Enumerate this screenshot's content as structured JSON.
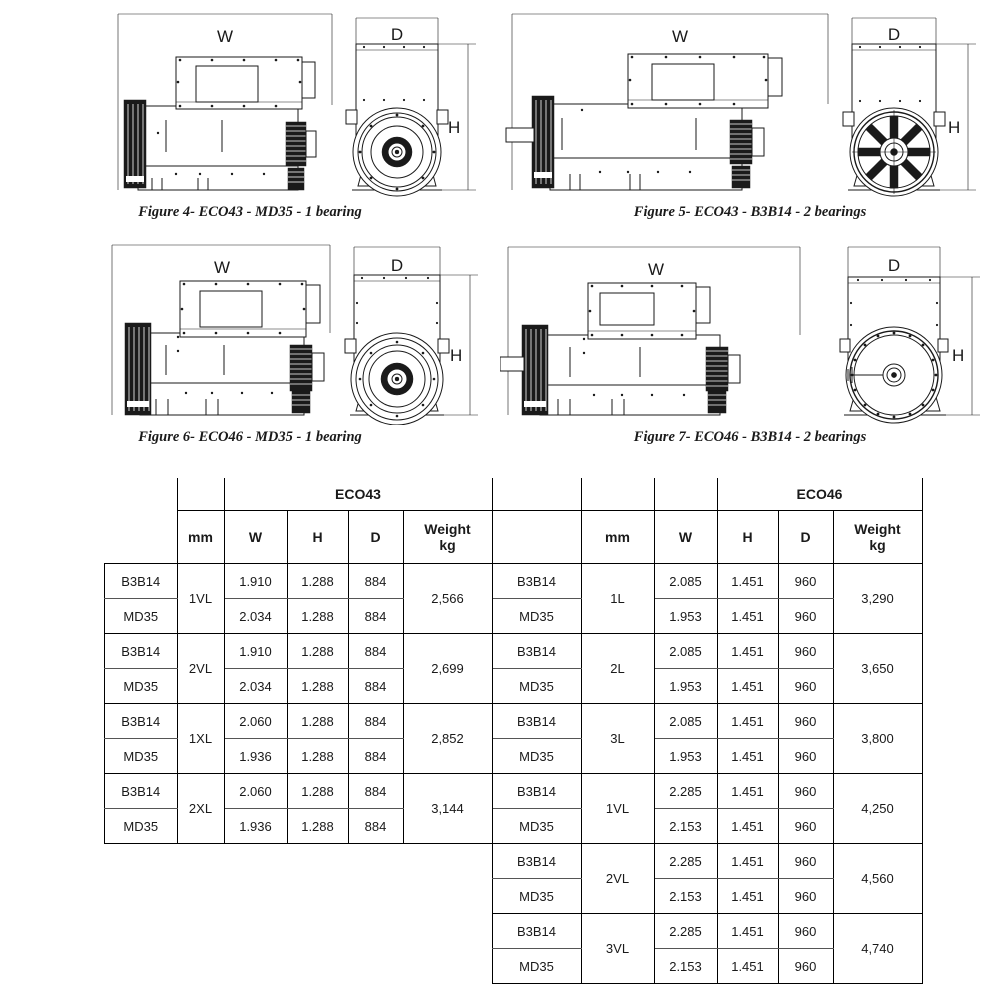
{
  "figures": [
    {
      "id": "figure-4",
      "caption": "Figure 4- ECO43 - MD35 - 1 bearing",
      "dim_w": "W",
      "dim_d": "D",
      "dim_h": "H",
      "model": "ECO43",
      "mount": "MD35",
      "bearings": "1 bearing",
      "end_view": "shaft-single-bearing"
    },
    {
      "id": "figure-5",
      "caption": "Figure 5- ECO43 - B3B14 - 2 bearings",
      "dim_w": "W",
      "dim_d": "D",
      "dim_h": "H",
      "model": "ECO43",
      "mount": "B3B14",
      "bearings": "2 bearings",
      "end_view": "spoked-flange-two-bearings"
    },
    {
      "id": "figure-6",
      "caption": "Figure 6- ECO46 - MD35 - 1 bearing",
      "dim_w": "W",
      "dim_d": "D",
      "dim_h": "H",
      "model": "ECO46",
      "mount": "MD35",
      "bearings": "1 bearing",
      "end_view": "shaft-single-bearing"
    },
    {
      "id": "figure-7",
      "caption": "Figure 7- ECO46 - B3B14 - 2 bearings",
      "dim_w": "W",
      "dim_d": "D",
      "dim_h": "H",
      "model": "ECO46",
      "mount": "B3B14",
      "bearings": "2 bearings",
      "end_view": "plain-flange-two-bearings"
    }
  ],
  "table": {
    "groups": {
      "left": "ECO43",
      "right": "ECO46"
    },
    "columns": {
      "unit": "mm",
      "w": "W",
      "h": "H",
      "d": "D",
      "weight_line1": "Weight",
      "weight_line2": "kg"
    },
    "eco43_rows": [
      {
        "frame": "1VL",
        "weight": "2,566",
        "variants": [
          {
            "type": "B3B14",
            "w": "1.910",
            "h": "1.288",
            "d": "884"
          },
          {
            "type": "MD35",
            "w": "2.034",
            "h": "1.288",
            "d": "884"
          }
        ]
      },
      {
        "frame": "2VL",
        "weight": "2,699",
        "variants": [
          {
            "type": "B3B14",
            "w": "1.910",
            "h": "1.288",
            "d": "884"
          },
          {
            "type": "MD35",
            "w": "2.034",
            "h": "1.288",
            "d": "884"
          }
        ]
      },
      {
        "frame": "1XL",
        "weight": "2,852",
        "variants": [
          {
            "type": "B3B14",
            "w": "2.060",
            "h": "1.288",
            "d": "884"
          },
          {
            "type": "MD35",
            "w": "1.936",
            "h": "1.288",
            "d": "884"
          }
        ]
      },
      {
        "frame": "2XL",
        "weight": "3,144",
        "variants": [
          {
            "type": "B3B14",
            "w": "2.060",
            "h": "1.288",
            "d": "884"
          },
          {
            "type": "MD35",
            "w": "1.936",
            "h": "1.288",
            "d": "884"
          }
        ]
      }
    ],
    "eco46_rows": [
      {
        "frame": "1L",
        "weight": "3,290",
        "variants": [
          {
            "type": "B3B14",
            "w": "2.085",
            "h": "1.451",
            "d": "960"
          },
          {
            "type": "MD35",
            "w": "1.953",
            "h": "1.451",
            "d": "960"
          }
        ]
      },
      {
        "frame": "2L",
        "weight": "3,650",
        "variants": [
          {
            "type": "B3B14",
            "w": "2.085",
            "h": "1.451",
            "d": "960"
          },
          {
            "type": "MD35",
            "w": "1.953",
            "h": "1.451",
            "d": "960"
          }
        ]
      },
      {
        "frame": "3L",
        "weight": "3,800",
        "variants": [
          {
            "type": "B3B14",
            "w": "2.085",
            "h": "1.451",
            "d": "960"
          },
          {
            "type": "MD35",
            "w": "1.953",
            "h": "1.451",
            "d": "960"
          }
        ]
      },
      {
        "frame": "1VL",
        "weight": "4,250",
        "variants": [
          {
            "type": "B3B14",
            "w": "2.285",
            "h": "1.451",
            "d": "960"
          },
          {
            "type": "MD35",
            "w": "2.153",
            "h": "1.451",
            "d": "960"
          }
        ]
      },
      {
        "frame": "2VL",
        "weight": "4,560",
        "variants": [
          {
            "type": "B3B14",
            "w": "2.285",
            "h": "1.451",
            "d": "960"
          },
          {
            "type": "MD35",
            "w": "2.153",
            "h": "1.451",
            "d": "960"
          }
        ]
      },
      {
        "frame": "3VL",
        "weight": "4,740",
        "variants": [
          {
            "type": "B3B14",
            "w": "2.285",
            "h": "1.451",
            "d": "960"
          },
          {
            "type": "MD35",
            "w": "2.153",
            "h": "1.451",
            "d": "960"
          }
        ]
      }
    ]
  },
  "colors": {
    "line": "#1a1a1a",
    "fill_dark": "#1a1a1a",
    "background": "#ffffff"
  }
}
